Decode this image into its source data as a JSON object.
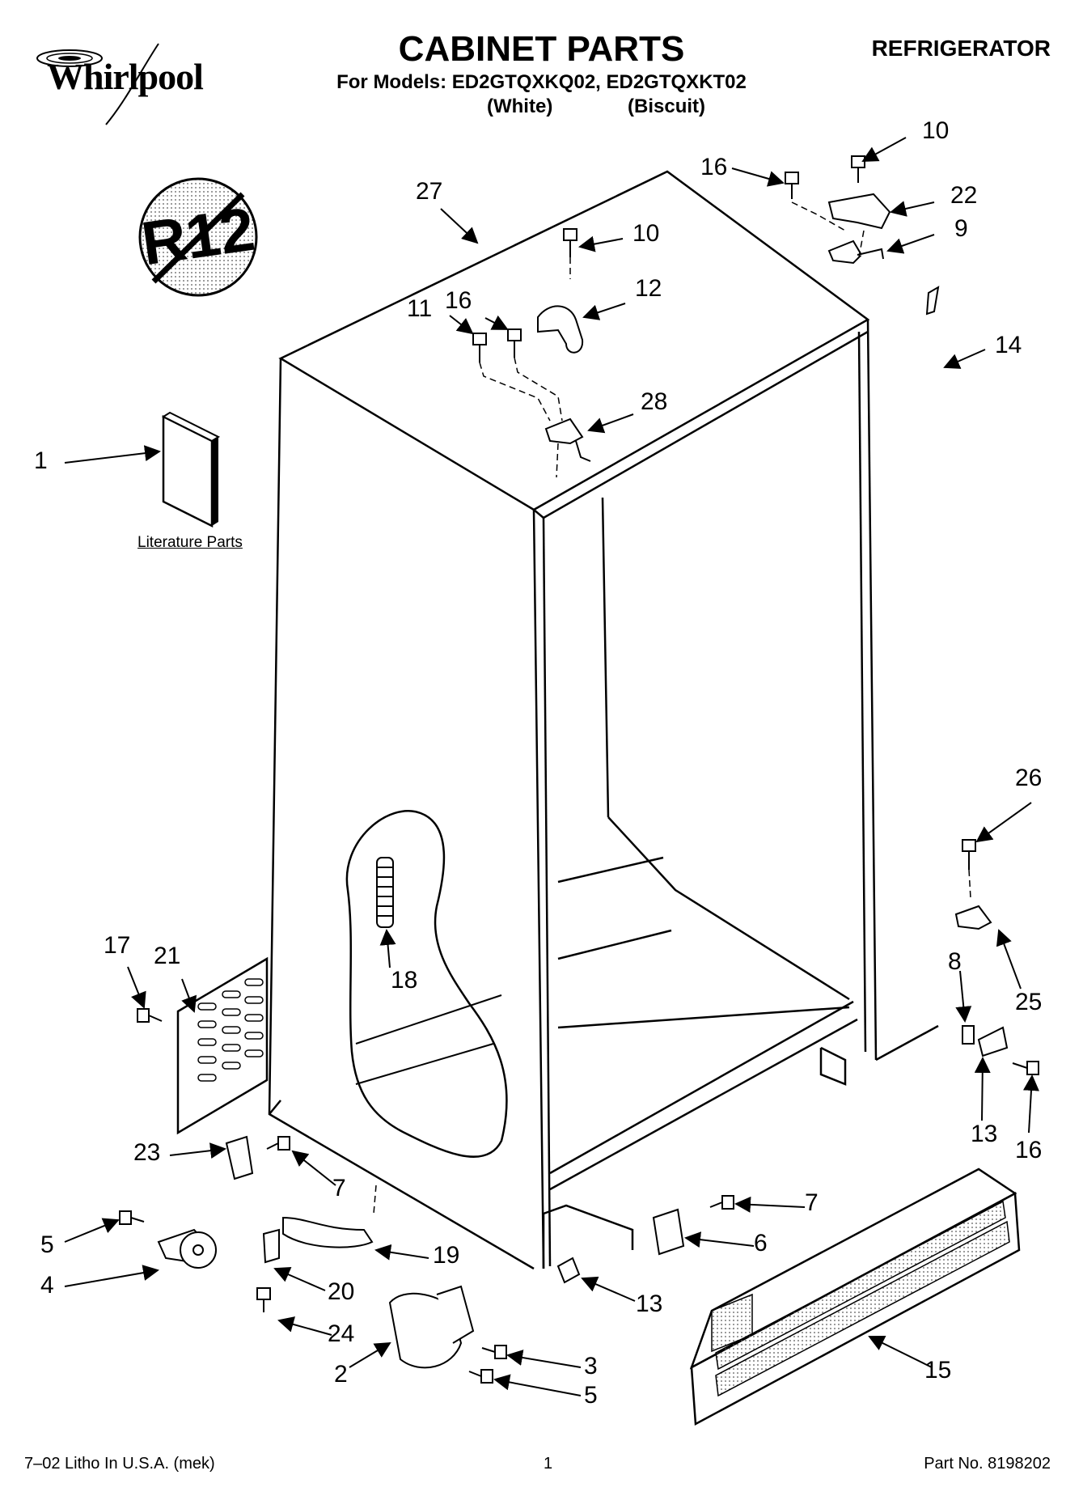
{
  "header": {
    "brand": "Whirlpool",
    "title": "CABINET PARTS",
    "category": "REFRIGERATOR",
    "models_line": "For Models: ED2GTQXKQ02, ED2GTQXKT02",
    "model_variants": [
      "(White)",
      "(Biscuit)"
    ]
  },
  "badge": {
    "text": "R12",
    "meaning": "no-R12-refrigerant-icon"
  },
  "literature_label": "Literature Parts",
  "callouts": {
    "c27": "27",
    "c16a": "16",
    "c10a": "10",
    "c22": "22",
    "c9": "9",
    "c10b": "10",
    "c12": "12",
    "c11": "11",
    "c16b": "16",
    "c14": "14",
    "c28": "28",
    "c1": "1",
    "c26": "26",
    "c18": "18",
    "c17": "17",
    "c21": "21",
    "c8": "8",
    "c25": "25",
    "c13a": "13",
    "c16c": "16",
    "c23": "23",
    "c7a": "7",
    "c7b": "7",
    "c6": "6",
    "c5a": "5",
    "c19": "19",
    "c4": "4",
    "c20": "20",
    "c13b": "13",
    "c15": "15",
    "c24": "24",
    "c3": "3",
    "c2": "2",
    "c5b": "5"
  },
  "footer": {
    "left": "7–02 Litho In U.S.A. (mek)",
    "page": "1",
    "part_no": "Part No. 8198202"
  }
}
